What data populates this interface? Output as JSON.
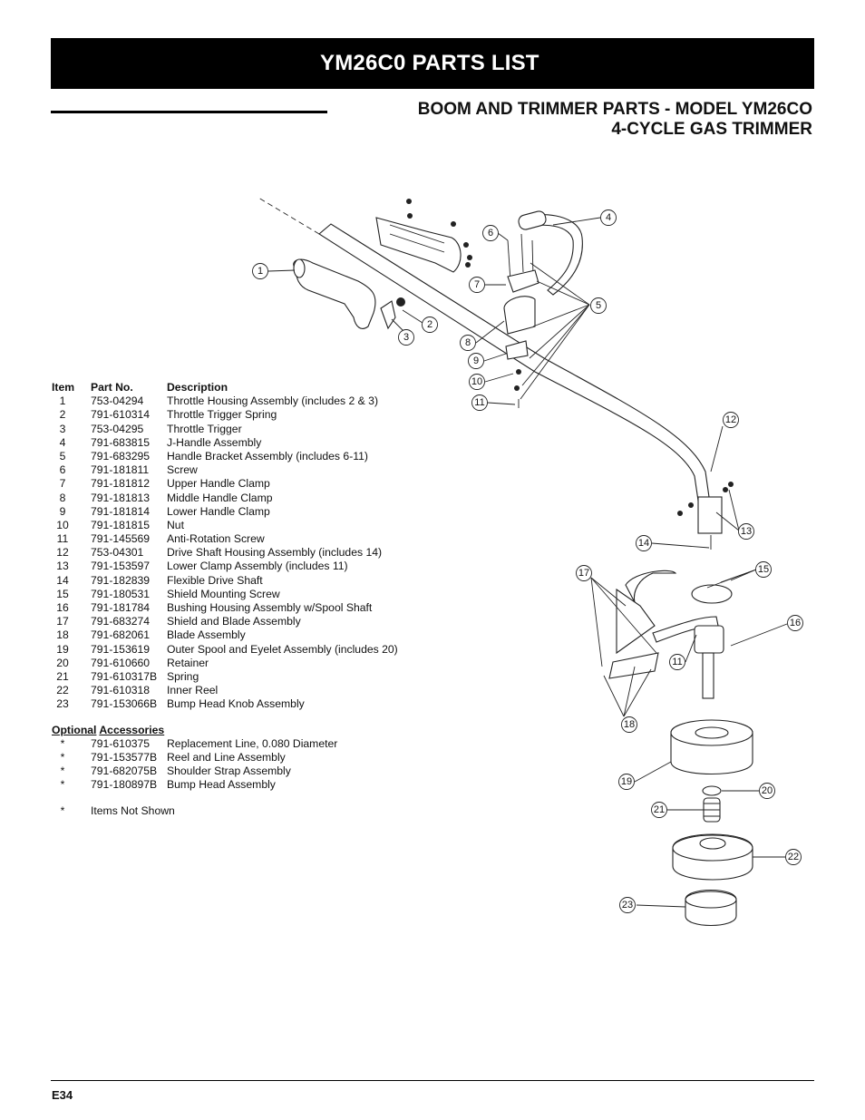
{
  "title": "YM26C0 PARTS LIST",
  "subhead": {
    "line1": "BOOM AND TRIMMER PARTS - MODEL YM26CO",
    "line2": "4-CYCLE GAS TRIMMER"
  },
  "table": {
    "headers": {
      "item": "Item",
      "part": "Part No.",
      "desc": "Description"
    },
    "rows": [
      {
        "item": "1",
        "part": "753-04294",
        "desc": "Throttle Housing Assembly (includes 2 & 3)"
      },
      {
        "item": "2",
        "part": "791-610314",
        "desc": "Throttle Trigger Spring"
      },
      {
        "item": "3",
        "part": "753-04295",
        "desc": "Throttle Trigger"
      },
      {
        "item": "4",
        "part": "791-683815",
        "desc": "J-Handle Assembly"
      },
      {
        "item": "5",
        "part": "791-683295",
        "desc": "Handle Bracket Assembly (includes 6-11)"
      },
      {
        "item": "6",
        "part": "791-181811",
        "desc": "Screw"
      },
      {
        "item": "7",
        "part": "791-181812",
        "desc": "Upper Handle Clamp"
      },
      {
        "item": "8",
        "part": "791-181813",
        "desc": "Middle Handle Clamp"
      },
      {
        "item": "9",
        "part": "791-181814",
        "desc": "Lower Handle Clamp"
      },
      {
        "item": "10",
        "part": "791-181815",
        "desc": "Nut"
      },
      {
        "item": "11",
        "part": "791-145569",
        "desc": "Anti-Rotation Screw"
      },
      {
        "item": "12",
        "part": "753-04301",
        "desc": "Drive Shaft Housing Assembly (includes 14)"
      },
      {
        "item": "13",
        "part": "791-153597",
        "desc": "Lower Clamp Assembly (includes 11)"
      },
      {
        "item": "14",
        "part": "791-182839",
        "desc": "Flexible Drive Shaft"
      },
      {
        "item": "15",
        "part": "791-180531",
        "desc": "Shield Mounting Screw"
      },
      {
        "item": "16",
        "part": "791-181784",
        "desc": "Bushing Housing Assembly w/Spool Shaft"
      },
      {
        "item": "17",
        "part": "791-683274",
        "desc": "Shield and Blade Assembly"
      },
      {
        "item": "18",
        "part": "791-682061",
        "desc": "Blade Assembly"
      },
      {
        "item": "19",
        "part": "791-153619",
        "desc": "Outer Spool and Eyelet Assembly (includes 20)"
      },
      {
        "item": "20",
        "part": "791-610660",
        "desc": "Retainer"
      },
      {
        "item": "21",
        "part": "791-610317B",
        "desc": "Spring"
      },
      {
        "item": "22",
        "part": "791-610318",
        "desc": "Inner Reel"
      },
      {
        "item": "23",
        "part": "791-153066B",
        "desc": "Bump Head Knob Assembly"
      }
    ]
  },
  "optional": {
    "header_a": "Optional",
    "header_b": "Accessories",
    "rows": [
      {
        "item": "*",
        "part": "791-610375",
        "desc": "Replacement Line, 0.080 Diameter"
      },
      {
        "item": "*",
        "part": "791-153577B",
        "desc": "Reel and Line Assembly"
      },
      {
        "item": "*",
        "part": "791-682075B",
        "desc": "Shoulder Strap Assembly"
      },
      {
        "item": "*",
        "part": "791-180897B",
        "desc": "Bump Head Assembly"
      }
    ]
  },
  "note": {
    "mark": "*",
    "text": "Items Not Shown"
  },
  "callouts": [
    "1",
    "2",
    "3",
    "4",
    "5",
    "6",
    "7",
    "8",
    "9",
    "10",
    "11",
    "12",
    "13",
    "14",
    "15",
    "16",
    "17",
    "18",
    "19",
    "20",
    "21",
    "22",
    "23"
  ],
  "page_number": "E34"
}
